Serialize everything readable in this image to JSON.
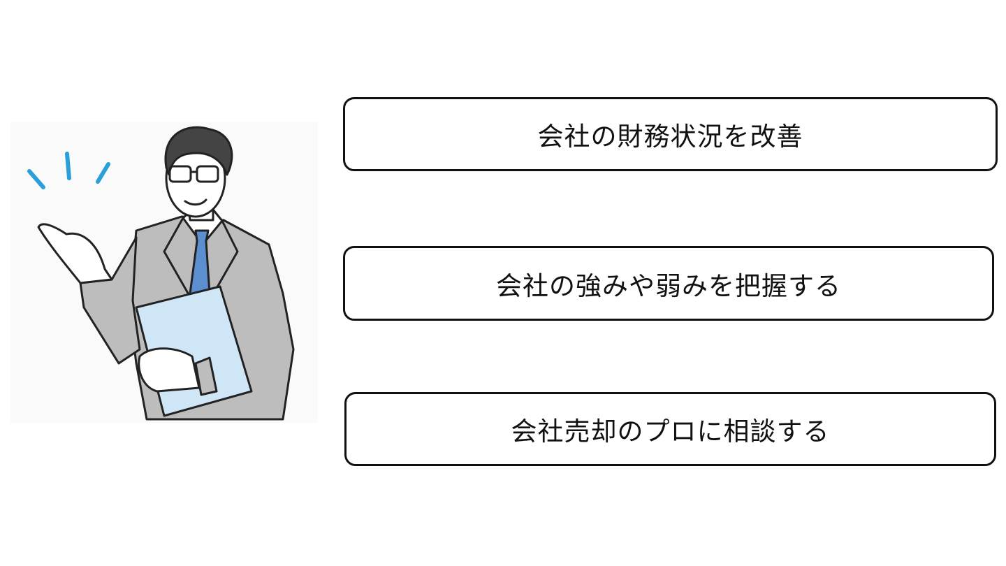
{
  "items": [
    {
      "label": "会社の財務状況を改善"
    },
    {
      "label": "会社の強みや弱みを把握する"
    },
    {
      "label": "会社売却のプロに相談する"
    }
  ],
  "colors": {
    "accent_lines": "#2a9fd8",
    "suit": "#b9b9b9",
    "tie": "#5b8fd0",
    "folder": "#cfe6f7",
    "border": "#111111"
  },
  "illustration": {
    "icon": "businessman-presenting-icon"
  }
}
